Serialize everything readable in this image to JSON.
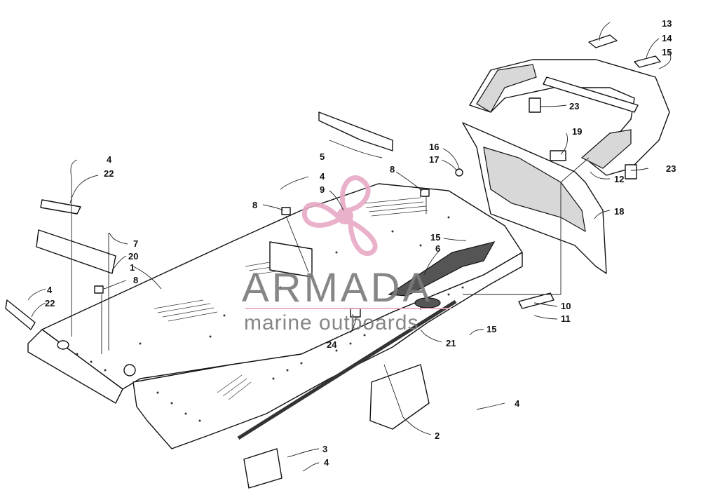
{
  "watermark": {
    "brand": "ARMADA",
    "tagline": "marine outboards",
    "logo_color": "#e8a9c6",
    "text_color": "#7a7a7a",
    "icon": "propeller-logo-icon"
  },
  "callouts": [
    {
      "id": "c1",
      "label": "1"
    },
    {
      "id": "c2",
      "label": "2"
    },
    {
      "id": "c3",
      "label": "3"
    },
    {
      "id": "c4a",
      "label": "4"
    },
    {
      "id": "c4b",
      "label": "4"
    },
    {
      "id": "c4c",
      "label": "4"
    },
    {
      "id": "c4d",
      "label": "4"
    },
    {
      "id": "c4e",
      "label": "4"
    },
    {
      "id": "c5",
      "label": "5"
    },
    {
      "id": "c6",
      "label": "6"
    },
    {
      "id": "c7",
      "label": "7"
    },
    {
      "id": "c8a",
      "label": "8"
    },
    {
      "id": "c8b",
      "label": "8"
    },
    {
      "id": "c8c",
      "label": "8"
    },
    {
      "id": "c9",
      "label": "9"
    },
    {
      "id": "c10",
      "label": "10"
    },
    {
      "id": "c11",
      "label": "11"
    },
    {
      "id": "c12",
      "label": "12"
    },
    {
      "id": "c13",
      "label": "13"
    },
    {
      "id": "c14",
      "label": "14"
    },
    {
      "id": "c15a",
      "label": "15"
    },
    {
      "id": "c15b",
      "label": "15"
    },
    {
      "id": "c15c",
      "label": "15"
    },
    {
      "id": "c16",
      "label": "16"
    },
    {
      "id": "c17",
      "label": "17"
    },
    {
      "id": "c18",
      "label": "18"
    },
    {
      "id": "c19",
      "label": "19"
    },
    {
      "id": "c20",
      "label": "20"
    },
    {
      "id": "c21",
      "label": "21"
    },
    {
      "id": "c22a",
      "label": "22"
    },
    {
      "id": "c22b",
      "label": "22"
    },
    {
      "id": "c23a",
      "label": "23"
    },
    {
      "id": "c23b",
      "label": "23"
    },
    {
      "id": "c24",
      "label": "24"
    }
  ]
}
